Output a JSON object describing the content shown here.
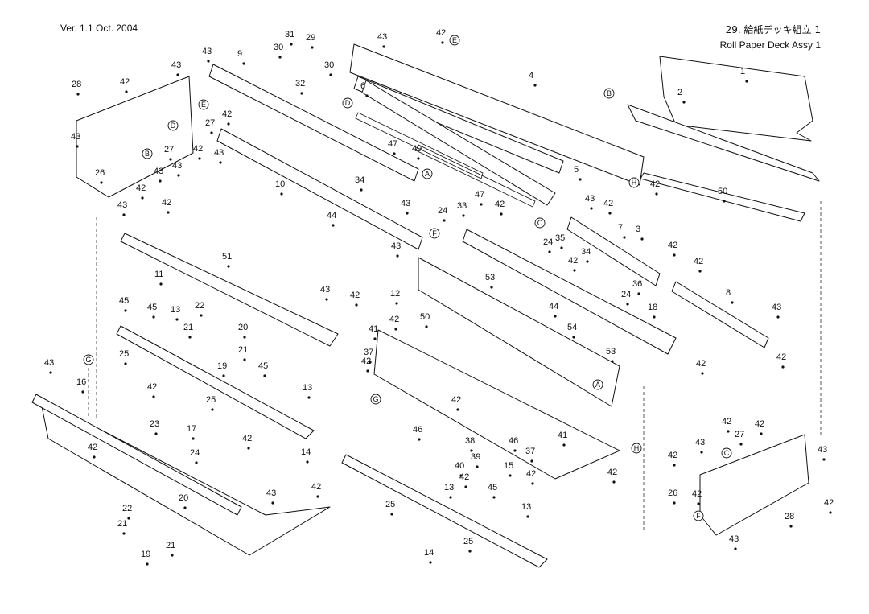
{
  "header": {
    "version": "Ver. 1.1  Oct. 2004",
    "title_jp": "29.  給紙デッキ組立  1",
    "title_en": "Roll Paper Deck Assy 1"
  },
  "ref_markers": [
    "A",
    "B",
    "C",
    "D",
    "E",
    "F",
    "G",
    "H"
  ],
  "callouts": [
    {
      "id": "c1",
      "text": "1"
    },
    {
      "id": "c2",
      "text": "2"
    },
    {
      "id": "c3",
      "text": "3"
    },
    {
      "id": "c4",
      "text": "4"
    },
    {
      "id": "c5",
      "text": "5"
    },
    {
      "id": "c6",
      "text": "6"
    },
    {
      "id": "c7",
      "text": "7"
    },
    {
      "id": "c8",
      "text": "8"
    },
    {
      "id": "c9",
      "text": "9"
    },
    {
      "id": "c10",
      "text": "10"
    },
    {
      "id": "c11",
      "text": "11"
    },
    {
      "id": "c12",
      "text": "12"
    },
    {
      "id": "c13a",
      "text": "13"
    },
    {
      "id": "c13b",
      "text": "13"
    },
    {
      "id": "c13c",
      "text": "13"
    },
    {
      "id": "c13d",
      "text": "13"
    },
    {
      "id": "c14a",
      "text": "14"
    },
    {
      "id": "c14b",
      "text": "14"
    },
    {
      "id": "c15",
      "text": "15"
    },
    {
      "id": "c16",
      "text": "16"
    },
    {
      "id": "c17",
      "text": "17"
    },
    {
      "id": "c18",
      "text": "18"
    },
    {
      "id": "c19a",
      "text": "19"
    },
    {
      "id": "c19b",
      "text": "19"
    },
    {
      "id": "c20a",
      "text": "20"
    },
    {
      "id": "c20b",
      "text": "20"
    },
    {
      "id": "c21a",
      "text": "21"
    },
    {
      "id": "c21b",
      "text": "21"
    },
    {
      "id": "c21c",
      "text": "21"
    },
    {
      "id": "c21d",
      "text": "21"
    },
    {
      "id": "c22a",
      "text": "22"
    },
    {
      "id": "c22b",
      "text": "22"
    },
    {
      "id": "c23",
      "text": "23"
    },
    {
      "id": "c24a",
      "text": "24"
    },
    {
      "id": "c24b",
      "text": "24"
    },
    {
      "id": "c24c",
      "text": "24"
    },
    {
      "id": "c24d",
      "text": "24"
    },
    {
      "id": "c25a",
      "text": "25"
    },
    {
      "id": "c25b",
      "text": "25"
    },
    {
      "id": "c25c",
      "text": "25"
    },
    {
      "id": "c25d",
      "text": "25"
    },
    {
      "id": "c26a",
      "text": "26"
    },
    {
      "id": "c26b",
      "text": "26"
    },
    {
      "id": "c27a",
      "text": "27"
    },
    {
      "id": "c27b",
      "text": "27"
    },
    {
      "id": "c27c",
      "text": "27"
    },
    {
      "id": "c28a",
      "text": "28"
    },
    {
      "id": "c28b",
      "text": "28"
    },
    {
      "id": "c29",
      "text": "29"
    },
    {
      "id": "c30a",
      "text": "30"
    },
    {
      "id": "c30b",
      "text": "30"
    },
    {
      "id": "c31",
      "text": "31"
    },
    {
      "id": "c32",
      "text": "32"
    },
    {
      "id": "c33",
      "text": "33"
    },
    {
      "id": "c34a",
      "text": "34"
    },
    {
      "id": "c34b",
      "text": "34"
    },
    {
      "id": "c35",
      "text": "35"
    },
    {
      "id": "c36",
      "text": "36"
    },
    {
      "id": "c37a",
      "text": "37"
    },
    {
      "id": "c37b",
      "text": "37"
    },
    {
      "id": "c38",
      "text": "38"
    },
    {
      "id": "c39",
      "text": "39"
    },
    {
      "id": "c40",
      "text": "40"
    },
    {
      "id": "c41a",
      "text": "41"
    },
    {
      "id": "c41b",
      "text": "41"
    },
    {
      "id": "c44a",
      "text": "44"
    },
    {
      "id": "c44b",
      "text": "44"
    },
    {
      "id": "c45a",
      "text": "45"
    },
    {
      "id": "c45b",
      "text": "45"
    },
    {
      "id": "c45c",
      "text": "45"
    },
    {
      "id": "c45d",
      "text": "45"
    },
    {
      "id": "c46a",
      "text": "46"
    },
    {
      "id": "c46b",
      "text": "46"
    },
    {
      "id": "c47a",
      "text": "47"
    },
    {
      "id": "c47b",
      "text": "47"
    },
    {
      "id": "c49",
      "text": "49"
    },
    {
      "id": "c50a",
      "text": "50"
    },
    {
      "id": "c50b",
      "text": "50"
    },
    {
      "id": "c51",
      "text": "51"
    },
    {
      "id": "c53a",
      "text": "53"
    },
    {
      "id": "c53b",
      "text": "53"
    },
    {
      "id": "c54",
      "text": "54"
    }
  ],
  "screw_callouts_42": [
    "42",
    "42",
    "42",
    "42",
    "42",
    "42",
    "42",
    "42",
    "42",
    "42",
    "42",
    "42",
    "42",
    "42",
    "42",
    "42",
    "42",
    "42",
    "42",
    "42",
    "42",
    "42",
    "42",
    "42",
    "42",
    "42",
    "42",
    "42",
    "42",
    "42"
  ],
  "screw_callouts_43": [
    "43",
    "43",
    "43",
    "43",
    "43",
    "43",
    "43",
    "43",
    "43",
    "43",
    "43",
    "43",
    "43",
    "43",
    "43",
    "43",
    "43",
    "43"
  ]
}
